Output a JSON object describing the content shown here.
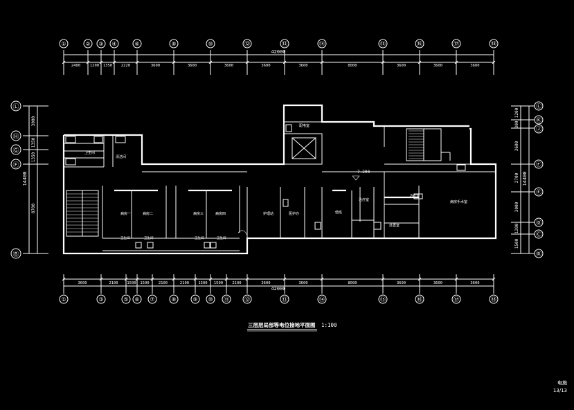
{
  "drawing": {
    "title": "三层层局部等电位接地平面图",
    "scale": "1:100",
    "sheet_label": "电施",
    "sheet_number": "13/13"
  },
  "top_axes": [
    "①",
    "②",
    "③",
    "④",
    "⑥",
    "⑧",
    "⑩",
    "⑫",
    "⑬",
    "⑭",
    "⑮",
    "⑯",
    "⑰",
    "⑱"
  ],
  "top_dims": [
    "2400",
    "1200",
    "1350",
    "2220",
    "3600",
    "3600",
    "3600",
    "3600",
    "3600",
    "8000",
    "3600",
    "3600",
    "3600"
  ],
  "top_total": "42000",
  "bottom_axes": [
    "①",
    "③",
    "⑤",
    "⑥",
    "⑦",
    "⑧",
    "⑨",
    "⑩",
    "⑪",
    "⑫",
    "⑬",
    "⑭",
    "⑮",
    "⑯",
    "⑰",
    "⑱"
  ],
  "bottom_dims": [
    "3600",
    "2100",
    "1500",
    "1500",
    "2100",
    "2100",
    "1500",
    "1500",
    "2100",
    "3600",
    "3600",
    "8000",
    "3600",
    "3600",
    "3600"
  ],
  "bottom_total": "42000",
  "left_axes": [
    "Ⓛ",
    "Ⓗ",
    "Ⓖ",
    "Ⓕ",
    "Ⓑ"
  ],
  "left_dims": [
    "3000",
    "1350",
    "1350",
    "8700"
  ],
  "left_total": "14400",
  "right_axes": [
    "Ⓛ",
    "Ⓚ",
    "Ⓙ",
    "Ⓕ",
    "Ⓔ",
    "Ⓓ",
    "Ⓒ",
    "Ⓑ"
  ],
  "right_dims": [
    "1200",
    "300",
    "3600",
    "2700",
    "3000",
    "1200",
    "1500"
  ],
  "right_total": "14400",
  "elevation": "7.200",
  "rooms": [
    "配电室",
    "卫生间",
    "清洁间",
    "病房一",
    "病房二",
    "病房三",
    "病房四",
    "卫生间",
    "卫生间",
    "卫生间",
    "卫生间",
    "护理站",
    "医护办",
    "值班",
    "治疗室",
    "治疗室",
    "处置室",
    "病房手术室"
  ]
}
